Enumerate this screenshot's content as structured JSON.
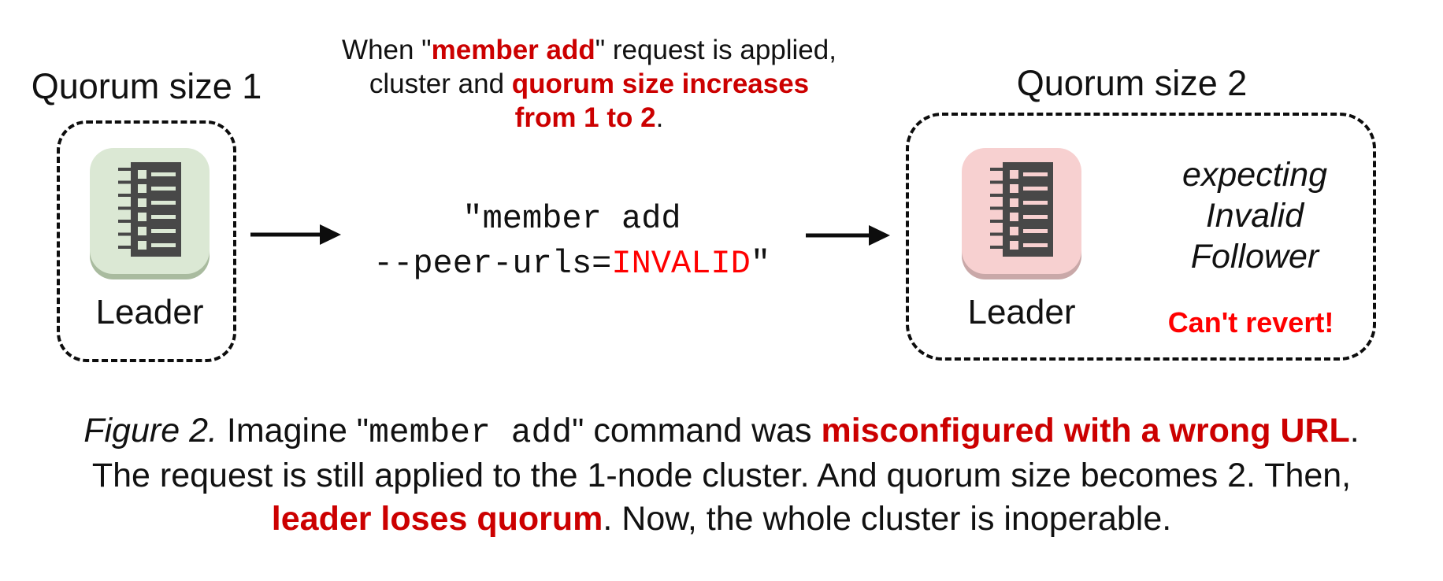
{
  "colors": {
    "red_dark": "#cc0000",
    "red_bright": "#ff0000",
    "node_green": "#dbe8d4",
    "node_green_edge": "#a9bb9f",
    "node_pink": "#f7d0d0",
    "node_pink_edge": "#c9a8a8",
    "icon_dark": "#484848",
    "ink": "#111111"
  },
  "left_cluster": {
    "title": "Quorum size 1",
    "node_label": "Leader"
  },
  "right_cluster": {
    "title": "Quorum size 2",
    "node_label": "Leader",
    "status_lines": [
      "expecting",
      "Invalid",
      "Follower"
    ],
    "warning": "Can't revert!"
  },
  "annotation": {
    "lines": [
      [
        {
          "t": "When \"",
          "s": "plain"
        },
        {
          "t": "member add",
          "s": "bred"
        },
        {
          "t": "\" request is applied,",
          "s": "plain"
        }
      ],
      [
        {
          "t": "cluster and ",
          "s": "plain"
        },
        {
          "t": "quorum size increases",
          "s": "bred"
        }
      ],
      [
        {
          "t": "from 1 to 2",
          "s": "bred"
        },
        {
          "t": ".",
          "s": "plain"
        }
      ]
    ]
  },
  "command": {
    "lines": [
      [
        {
          "t": "\"member add",
          "s": "mono"
        }
      ],
      [
        {
          "t": "--peer-urls=",
          "s": "mono"
        },
        {
          "t": "INVALID",
          "s": "monored"
        },
        {
          "t": "\"",
          "s": "mono"
        }
      ]
    ]
  },
  "caption": {
    "lines": [
      [
        {
          "t": "Figure 2.",
          "s": "italic"
        },
        {
          "t": " Imagine \"",
          "s": "plain"
        },
        {
          "t": "member add",
          "s": "mono"
        },
        {
          "t": "\" command was ",
          "s": "plain"
        },
        {
          "t": "misconfigured with a wrong URL",
          "s": "bred"
        },
        {
          "t": ".",
          "s": "plain"
        }
      ],
      [
        {
          "t": "The request is still applied to the 1-node cluster. And quorum size becomes 2. Then,",
          "s": "plain"
        }
      ],
      [
        {
          "t": "leader loses quorum",
          "s": "bred"
        },
        {
          "t": ". Now, the whole cluster is inoperable.",
          "s": "plain"
        }
      ]
    ]
  }
}
